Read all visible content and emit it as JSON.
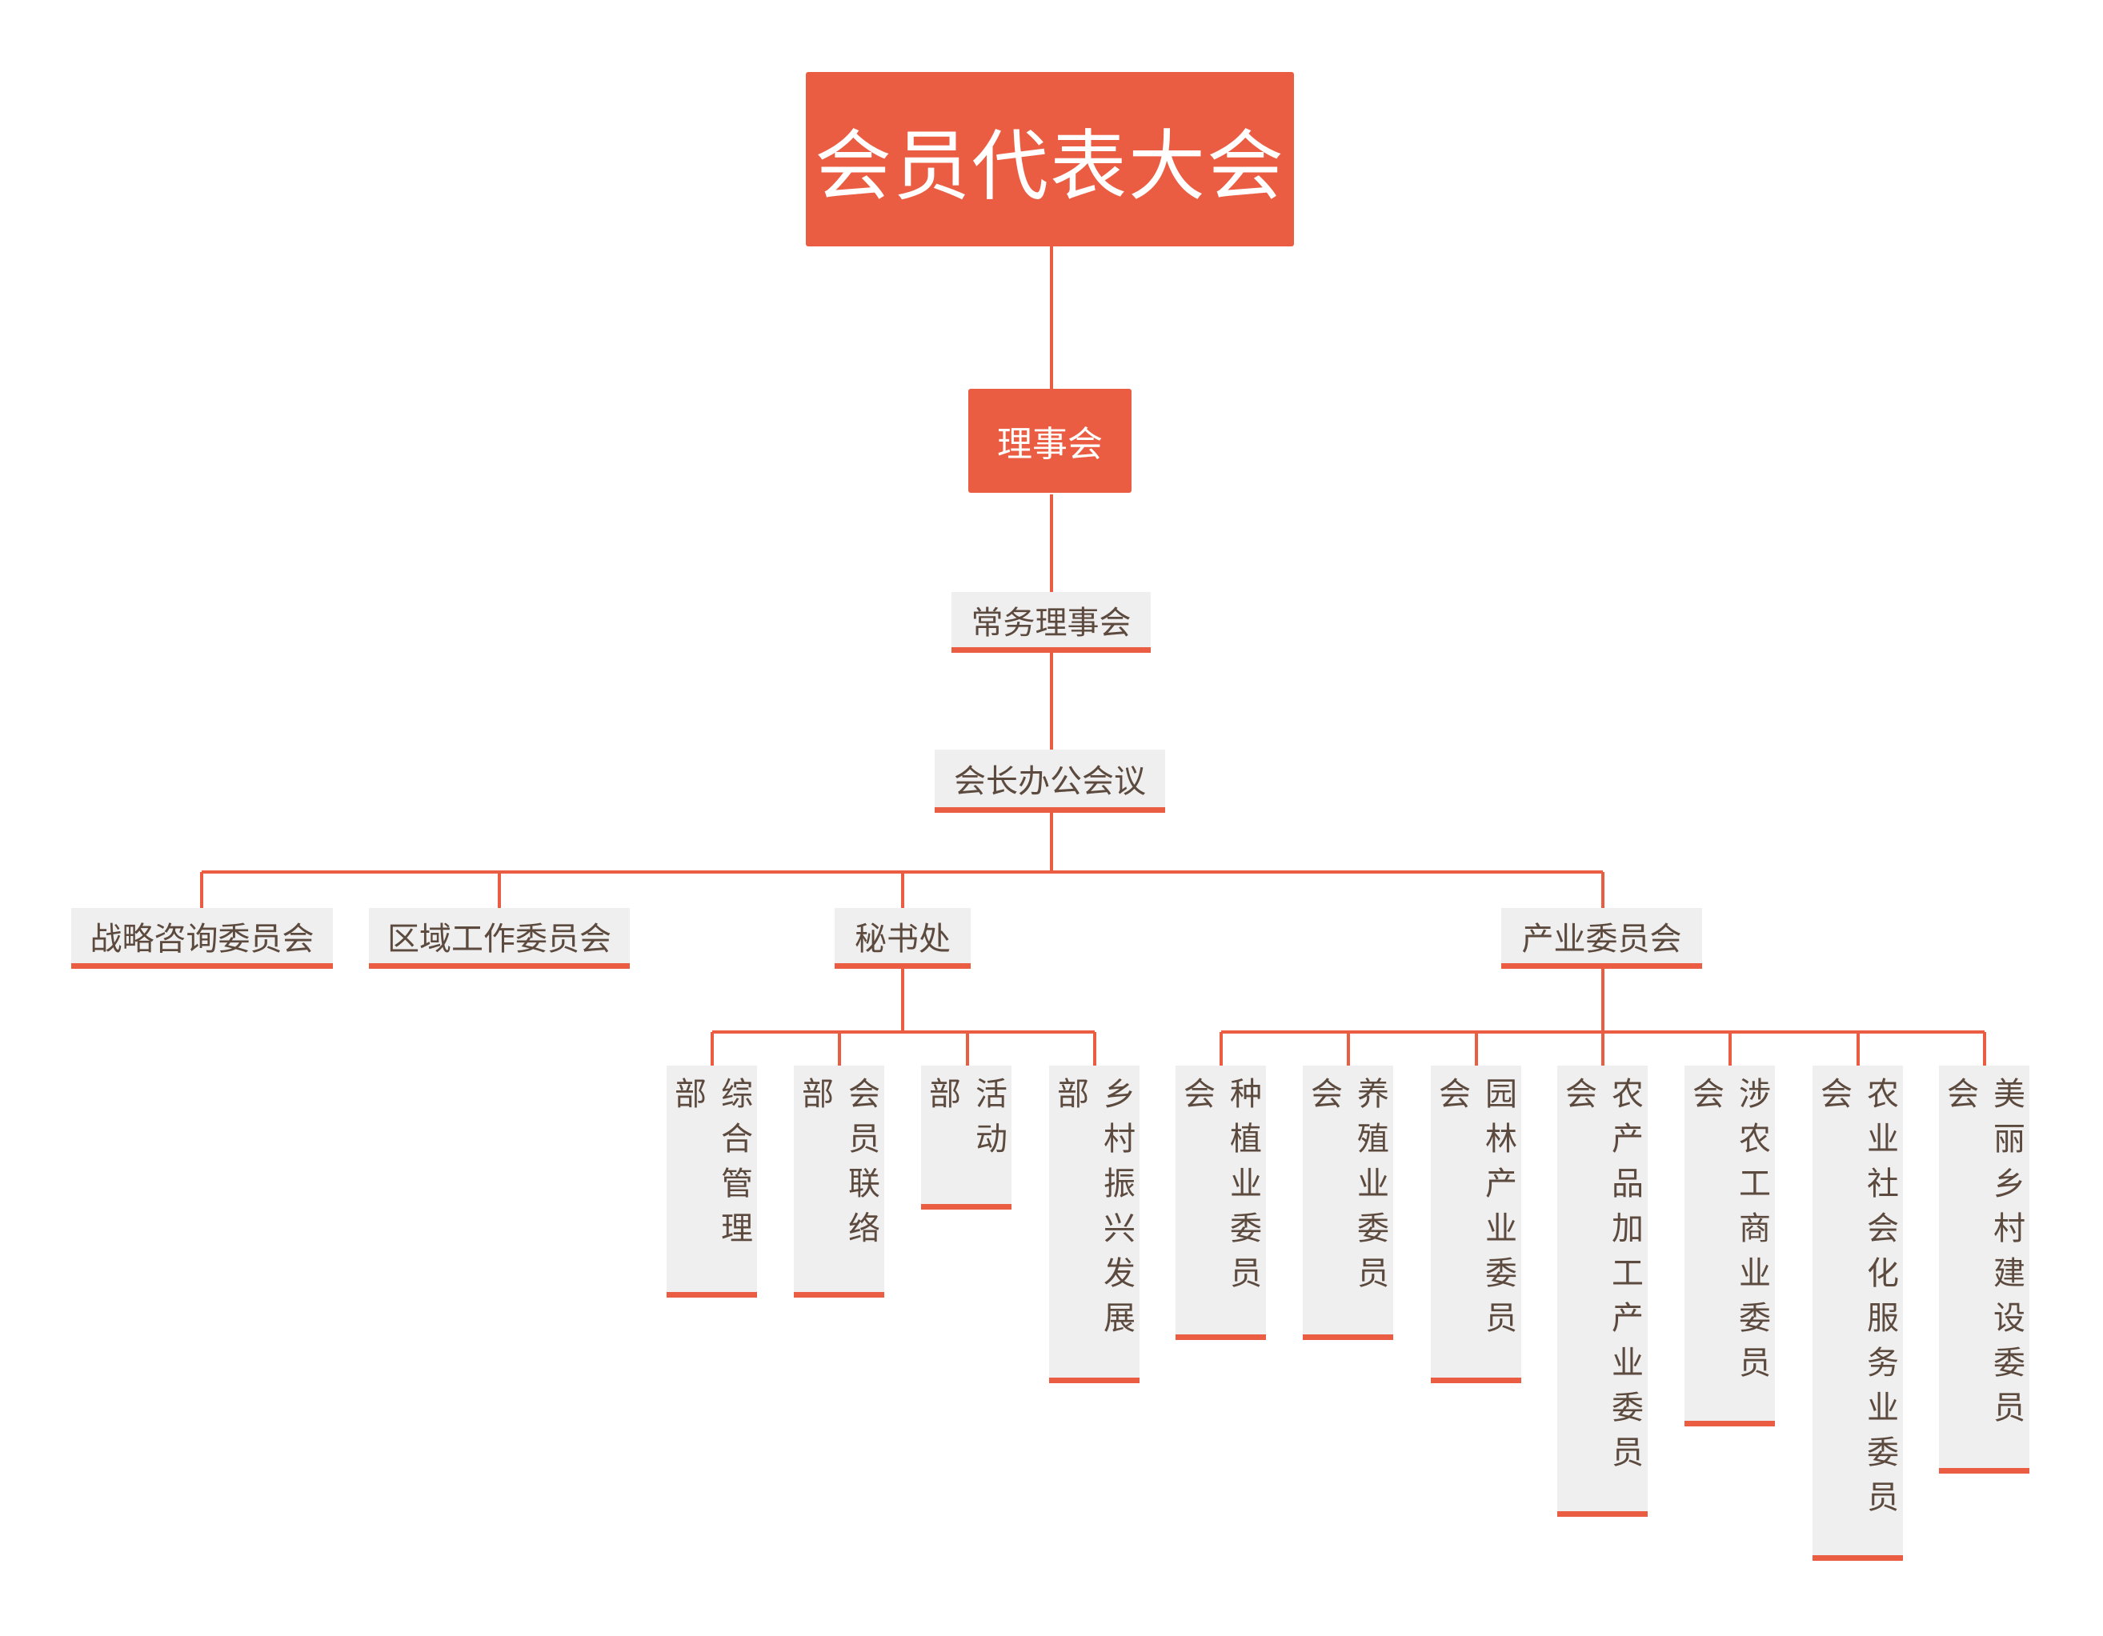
{
  "root": "会员代表大会",
  "council": "理事会",
  "standing_council": "常务理事会",
  "president_office_meeting": "会长办公会议",
  "departments": {
    "strategy": "战略咨询委员会",
    "regional": "区域工作委员会",
    "secretariat": "秘书处",
    "industry": "产业委员会"
  },
  "secretariat_units": [
    "综合管理部",
    "会员联络部",
    "活动部",
    "乡村振兴发展部"
  ],
  "industry_units": [
    "种植业委员会",
    "养殖业委员会",
    "园林产业委员会",
    "农产品加工产业委员会",
    "涉农工商业委员会",
    "农业社会化服务业委员会",
    "美丽乡村建设委员会"
  ],
  "colors": {
    "accent": "#eb5d42",
    "node_bg": "#efefef",
    "text": "#5c4a3f"
  }
}
